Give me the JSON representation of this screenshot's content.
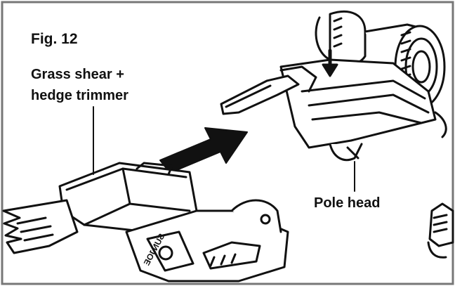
{
  "figure": {
    "title": "Fig. 12",
    "shear_label_line1": "Grass shear +",
    "shear_label_line2": "hedge trimmer",
    "pole_label": "Pole head",
    "brand_mark": "SUNJOE"
  },
  "colors": {
    "ink": "#111111",
    "background": "#ffffff",
    "frame": "#666666",
    "shade": "#d9d9d9"
  }
}
